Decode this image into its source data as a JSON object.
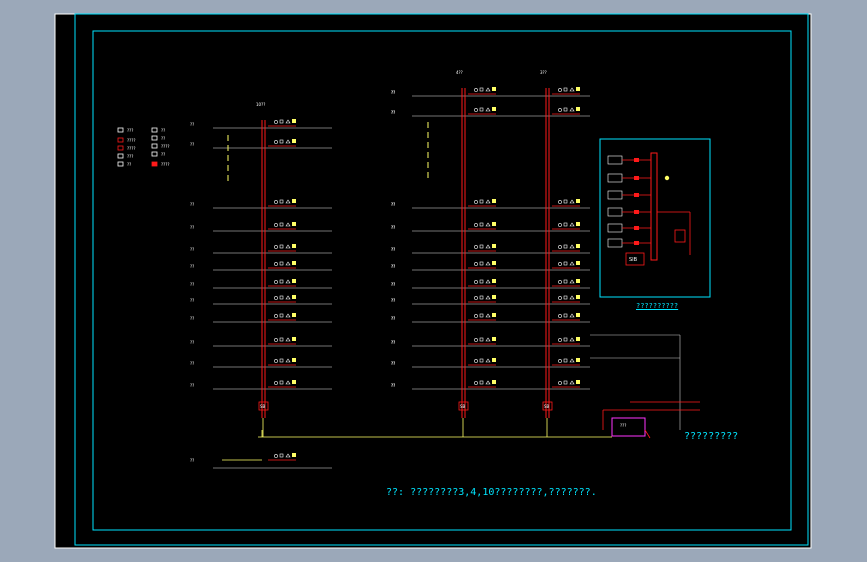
{
  "drawing": {
    "caption": "??: ????????3,4,10????????,???????.",
    "fire_room_label": "?????????",
    "detail_caption": "??????????",
    "riser_sb_label": "SB",
    "detail_sb_label": "SIB",
    "panel_label": "???",
    "building_headers": [
      "10??",
      "4??",
      "3??"
    ],
    "floor_labels": [
      "??",
      "??",
      "??",
      "??",
      "??",
      "??",
      "??",
      "??",
      "??",
      "??",
      "??",
      "??",
      "??",
      "??"
    ],
    "legend": [
      {
        "label": "???",
        "icon": "box-icon"
      },
      {
        "label": "????",
        "icon": "red-box-icon"
      },
      {
        "label": "????",
        "icon": "red-box-icon"
      },
      {
        "label": "???",
        "icon": "square-icon"
      },
      {
        "label": "??",
        "icon": "bell-icon"
      },
      {
        "label": "??",
        "icon": "diamond-icon"
      },
      {
        "label": "??",
        "icon": "diamond-icon"
      },
      {
        "label": "????",
        "icon": "module-icon"
      },
      {
        "label": "??",
        "icon": "module-icon"
      },
      {
        "label": "????",
        "icon": "red-dot-icon"
      }
    ],
    "colors": {
      "background": "#000000",
      "border": "#00e5ff",
      "wire": "#ff1a1a",
      "bus": "#ffff66",
      "floor_line": "#e8e8e8",
      "panel": "#ff33ff",
      "ui_chrome": "#9ba8b9"
    }
  }
}
